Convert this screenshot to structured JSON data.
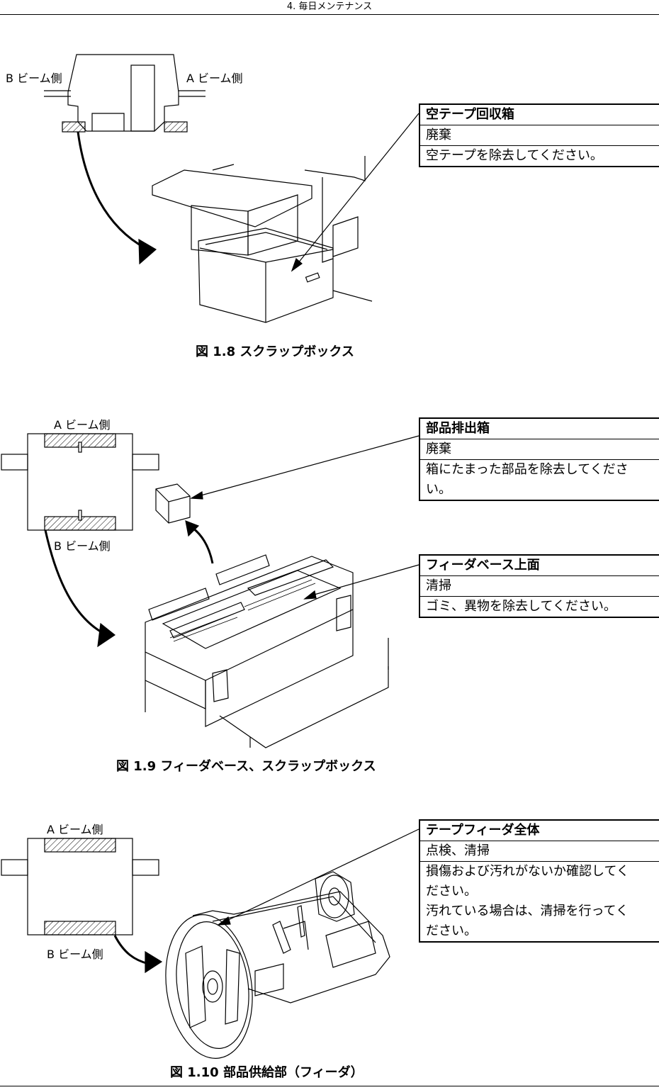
{
  "header": {
    "title": "4. 毎日メンテナンス"
  },
  "figure1": {
    "caption": "図 1.8 スクラップボックス",
    "label_b": "B ビーム側",
    "label_a": "A ビーム側",
    "box": {
      "title": "空テープ回収箱",
      "action": "廃棄",
      "description": "空テープを除去してください。"
    }
  },
  "figure2": {
    "caption": "図 1.9 フィーダベース、スクラップボックス",
    "label_a": "A ビーム側",
    "label_b": "B ビーム側",
    "box1": {
      "title": "部品排出箱",
      "action": "廃棄",
      "description": "箱にたまった部品を除去してくださ\nい。"
    },
    "box2": {
      "title": "フィーダベース上面",
      "action": "清掃",
      "description": "ゴミ、異物を除去してください。"
    }
  },
  "figure3": {
    "caption": "図 1.10 部品供給部（フィーダ）",
    "label_a": "A ビーム側",
    "label_b": "B ビーム側",
    "box": {
      "title": "テープフィーダ全体",
      "action": "点検、清掃",
      "description": "損傷および汚れがないか確認してく\nださい。\n汚れている場合は、清掃を行ってく\nださい。"
    }
  }
}
